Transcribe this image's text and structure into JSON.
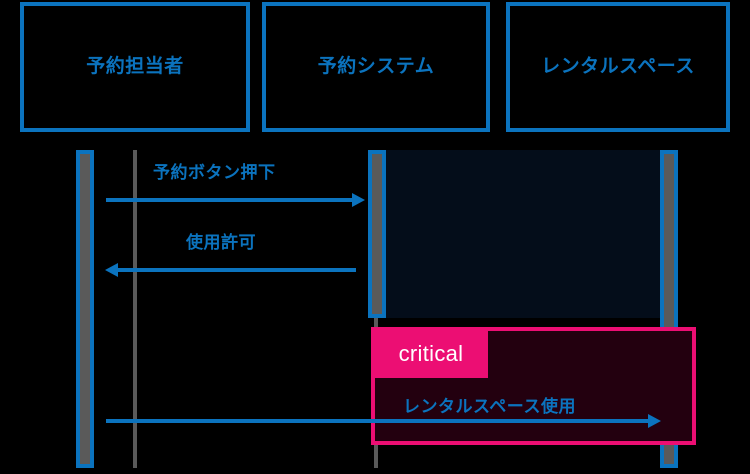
{
  "diagram": {
    "type": "uml-sequence-diagram",
    "background_color": "#000000",
    "accent_color": "#0B73BE",
    "critical_color": "#EC0E73"
  },
  "participants": [
    {
      "id": "reservation-staff",
      "label": "予約担当者"
    },
    {
      "id": "reservation-system",
      "label": "予約システム"
    },
    {
      "id": "rental-space",
      "label": "レンタルスペース"
    }
  ],
  "messages": [
    {
      "id": "press-reserve-button",
      "label": "予約ボタン押下",
      "from": "reservation-staff",
      "to": "reservation-system",
      "direction": "right"
    },
    {
      "id": "use-permission",
      "label": "使用許可",
      "from": "reservation-system",
      "to": "reservation-staff",
      "direction": "left"
    },
    {
      "id": "use-rental-space",
      "label": "レンタルスペース使用",
      "from": "reservation-staff",
      "to": "rental-space",
      "direction": "right"
    }
  ],
  "fragments": [
    {
      "id": "critical-fragment",
      "operator": "critical",
      "contains": [
        "use-rental-space"
      ]
    }
  ]
}
